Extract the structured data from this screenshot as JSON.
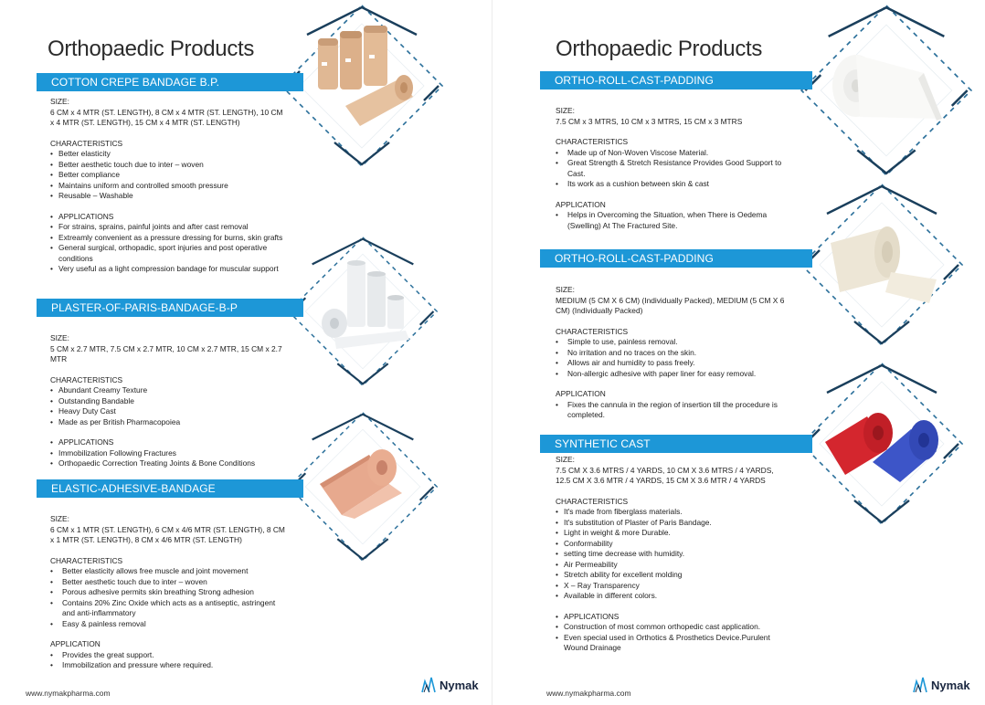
{
  "footer": {
    "url": "www.nymakpharma.com",
    "logo_text": "Nymak"
  },
  "left_page": {
    "title": "Orthopaedic Products",
    "cotton": {
      "heading": "COTTON CREPE BANDAGE B.P.",
      "size_label": "SIZE:",
      "size_text": "6 CM x 4 MTR (ST. LENGTH), 8 CM x 4 MTR (ST. LENGTH), 10 CM x 4 MTR (ST. LENGTH), 15 CM x 4 MTR (ST. LENGTH)",
      "char_label": "CHARACTERISTICS",
      "characteristics": [
        "Better elasticity",
        "Better aesthetic touch due to inter – woven",
        "Better compliance",
        "Maintains uniform and controlled smooth pressure",
        "Reusable – Washable"
      ],
      "app_label": "APPLICATIONS",
      "applications": [
        "For strains, sprains, painful joints and after cast removal",
        "Extreamly convenient as a pressure dressing for burns, skin grafts",
        "General surgical, orthopadic, sport injuries and post operative conditions",
        "Very useful as a light compression bandage for muscular support"
      ]
    },
    "plaster": {
      "heading": "PLASTER-OF-PARIS-BANDAGE-B-P",
      "size_label": "SIZE:",
      "size_text": "5 CM x 2.7 MTR, 7.5 CM x 2.7 MTR, 10 CM x 2.7 MTR, 15 CM x 2.7 MTR",
      "char_label": "CHARACTERISTICS",
      "characteristics": [
        "Abundant Creamy Texture",
        "Outstanding Bandable",
        "Heavy Duty Cast",
        "Made as per British Pharmacopoiea"
      ],
      "app_label": "APPLICATIONS",
      "applications": [
        "Immobilization Following Fractures",
        "Orthopaedic Correction Treating Joints & Bone Conditions"
      ]
    },
    "elastic": {
      "heading": "ELASTIC-ADHESIVE-BANDAGE",
      "size_label": "SIZE:",
      "size_text": "6 CM x 1 MTR (ST. LENGTH), 6 CM x 4/6 MTR (ST. LENGTH), 8 CM x 1 MTR (ST. LENGTH), 8 CM x 4/6 MTR (ST. LENGTH)",
      "char_label": "CHARACTERISTICS",
      "characteristics": [
        "Better elasticity allows free muscle and joint movement",
        "Better aesthetic touch due to inter – woven",
        "Porous adhesive permits skin breathing Strong adhesion",
        "Contains 20% Zinc Oxide which acts as a antiseptic, astringent and anti-inflammatory",
        "Easy & painless removal"
      ],
      "app_label": "APPLICATION",
      "applications": [
        "Provides the great support.",
        "Immobilization and pressure where required."
      ]
    }
  },
  "right_page": {
    "title": "Orthopaedic Products",
    "roll1": {
      "heading": "ORTHO-ROLL-CAST-PADDING",
      "size_label": "SIZE:",
      "size_text": "7.5 CM x 3 MTRS, 10 CM x 3 MTRS, 15 CM x 3 MTRS",
      "char_label": "CHARACTERISTICS",
      "characteristics": [
        "Made up of Non-Woven Viscose Material.",
        "Great Strength & Stretch Resistance Provides Good Support to Cast.",
        "Its work as a cushion between skin & cast"
      ],
      "app_label": "APPLICATION",
      "applications": [
        "Helps in Overcoming the Situation, when There is Oedema (Swelling) At The Fractured Site."
      ]
    },
    "roll2": {
      "heading": "ORTHO-ROLL-CAST-PADDING",
      "size_label": "SIZE:",
      "size_text": "MEDIUM (5 CM X 6 CM) (Individually Packed), MEDIUM (5 CM X 6 CM) (Individually Packed)",
      "char_label": "CHARACTERISTICS",
      "characteristics": [
        "Simple to use, painless removal.",
        "No irritation and no traces on the skin.",
        "Allows air and humidity to pass freely.",
        "Non-allergic adhesive with paper liner for easy removal."
      ],
      "app_label": "APPLICATION",
      "applications": [
        "Fixes the cannula in the region of insertion till the procedure is completed."
      ]
    },
    "synthetic": {
      "heading": "SYNTHETIC CAST",
      "size_label": "SIZE:",
      "size_text": "7.5 CM X 3.6 MTRS / 4 YARDS, 10 CM X 3.6 MTRS / 4 YARDS, 12.5 CM X 3.6 MTR / 4 YARDS, 15 CM X 3.6 MTR / 4 YARDS",
      "char_label": "CHARACTERISTICS",
      "characteristics": [
        "It's made from fiberglass materials.",
        "It's substitution of Plaster of Paris Bandage.",
        "Light in weight & more Durable.",
        "Conformability",
        "setting time decrease with humidity.",
        "Air Permeability",
        "Stretch ability for excellent molding",
        "X – Ray Transparency",
        "Available in different colors."
      ],
      "app_label": "APPLICATIONS",
      "applications": [
        "Construction of most common orthopedic cast application.",
        "Even special used in Orthotics & Prosthetics Device.Purulent Wound Drainage"
      ]
    }
  }
}
